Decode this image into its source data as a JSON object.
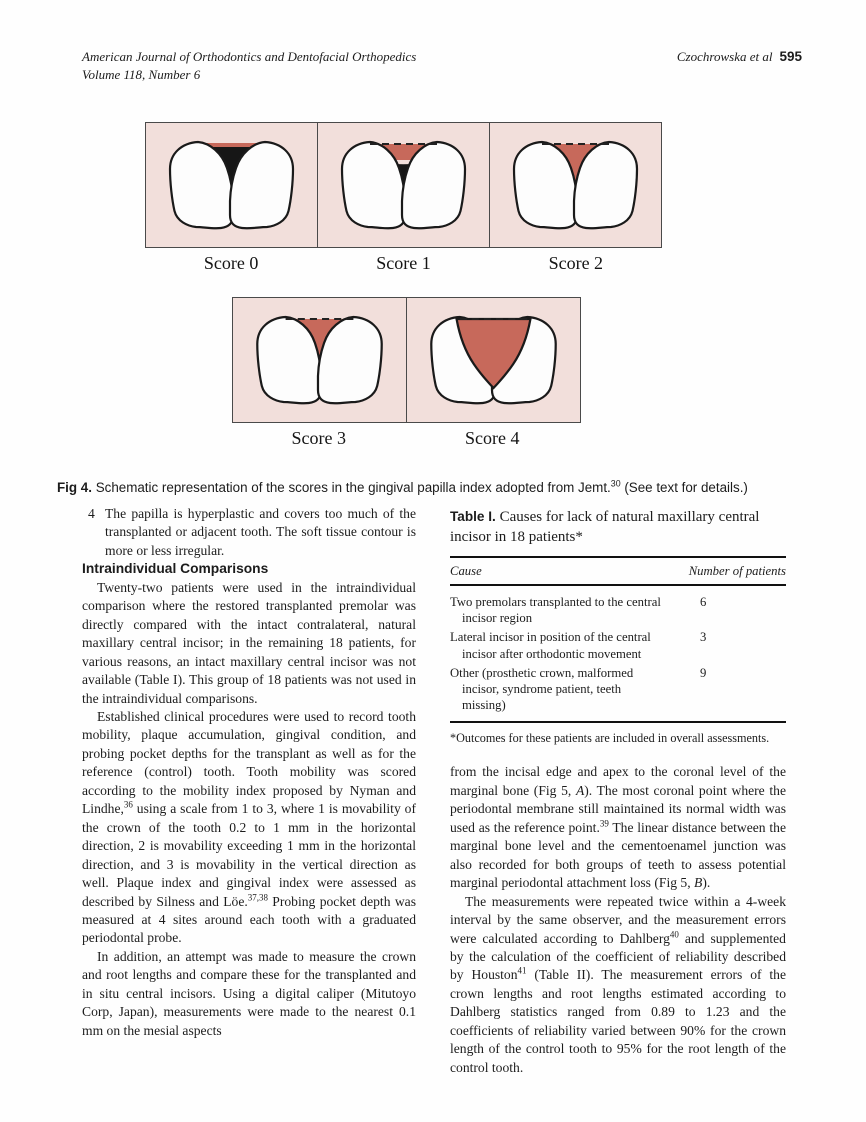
{
  "header": {
    "journal": "American Journal of Orthodontics and Dentofacial Orthopedics",
    "volume": "Volume 118, Number 6",
    "authors": "Czochrowska et al",
    "page_number": "595"
  },
  "figure": {
    "score_labels": [
      "Score 0",
      "Score 1",
      "Score 2",
      "Score 3",
      "Score 4"
    ],
    "caption": [
      {
        "b": "Fig 4."
      },
      {
        "t": " Schematic representation of the scores in the gingival papilla index adopted from Jemt."
      },
      {
        "sup": "30"
      },
      {
        "t": " (See text for details.)"
      }
    ],
    "colors": {
      "panel_background": "#f2dfdb",
      "papilla_red": "#c7695b",
      "gap_black": "#161616",
      "tooth_white": "#fdfdfd",
      "outline_black": "#1a1a1a",
      "panel_border": "#4a4a4a"
    }
  },
  "left_column": {
    "list_item": {
      "number": "4",
      "text": "The papilla is hyperplastic and covers too much of the transplanted or adjacent tooth. The soft tissue contour is more or less irregular."
    },
    "heading": "Intraindividual Comparisons",
    "paragraphs": [
      [
        {
          "t": "Twenty-two patients were used in the intraindividual comparison where the restored transplanted premolar was directly compared with the intact contralateral, natural maxillary central incisor; in the remaining 18 patients, for various reasons, an intact maxillary central incisor was not available (Table I). This group of 18 patients was not used in the intraindividual comparisons."
        }
      ],
      [
        {
          "t": "Established clinical procedures were used to record tooth mobility, plaque accumulation, gingival condition, and probing pocket depths for the transplant as well as for the reference (control) tooth. Tooth mobility was scored according to the mobility index proposed by Nyman and Lindhe,"
        },
        {
          "sup": "36"
        },
        {
          "t": " using a scale from 1 to 3, where 1 is movability of the crown of the tooth 0.2 to 1 mm in the horizontal direction, 2 is movability exceeding 1 mm in the horizontal direction, and 3 is movability in the vertical direction as well. Plaque index and gingival index were assessed as described by Silness and Löe."
        },
        {
          "sup": "37,38"
        },
        {
          "t": " Probing pocket depth was measured at 4 sites around each tooth with a graduated periodontal probe."
        }
      ],
      [
        {
          "t": "In addition, an attempt was made to measure the crown and root lengths and compare these for the transplanted and in situ central incisors. Using a digital caliper (Mitutoyo Corp, Japan), measurements were made to the nearest 0.1 mm on the mesial aspects"
        }
      ]
    ]
  },
  "right_column": {
    "table": {
      "title": [
        {
          "b": "Table I."
        },
        {
          "t": " Causes for lack of natural maxillary central incisor in 18 patients*"
        }
      ],
      "columns": [
        "Cause",
        "Number of patients"
      ],
      "rows": [
        {
          "cause": "Two premolars transplanted to the central incisor region",
          "patients": "6"
        },
        {
          "cause": "Lateral incisor in position of the central incisor after orthodontic movement",
          "patients": "3"
        },
        {
          "cause": "Other (prosthetic crown, malformed incisor, syndrome patient, teeth missing)",
          "patients": "9"
        }
      ],
      "footnote": "*Outcomes for these patients are included in overall assessments."
    },
    "paragraphs": [
      [
        {
          "t": "from the incisal edge and apex to the coronal level of the marginal bone (Fig 5, "
        },
        {
          "i": "A"
        },
        {
          "t": "). The most coronal point where the periodontal membrane still maintained its normal width was used as the reference point."
        },
        {
          "sup": "39"
        },
        {
          "t": " The linear distance between the marginal bone level and the cementoenamel junction was also recorded for both groups of teeth to assess potential marginal periodontal attachment loss (Fig 5, "
        },
        {
          "i": "B"
        },
        {
          "t": ")."
        }
      ],
      [
        {
          "t": "The measurements were repeated twice within a 4-week interval by the same observer, and the measurement errors were calculated according to Dahlberg"
        },
        {
          "sup": "40"
        },
        {
          "t": " and supplemented by the calculation of the coefficient of reliability described by Houston"
        },
        {
          "sup": "41"
        },
        {
          "t": " (Table II). The measurement errors of the crown lengths and root lengths estimated according to Dahlberg statistics ranged from 0.89 to 1.23 and the coefficients of reliability varied between 90% for the crown length of the control tooth to 95% for the root length of the control tooth."
        }
      ]
    ]
  }
}
